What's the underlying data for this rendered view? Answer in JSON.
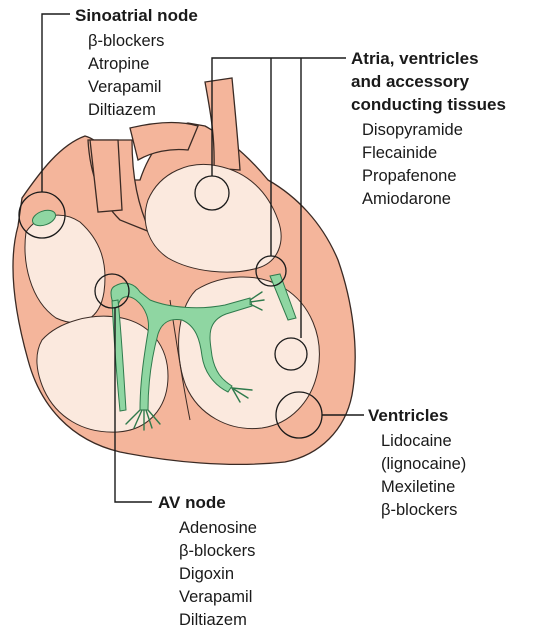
{
  "colors": {
    "tissue": "#f4b59b",
    "tissue_light": "#fbe9de",
    "tissue_outline": "#3a2a24",
    "conduction": "#8fd6a2",
    "conduction_outline": "#2f7a4c",
    "line": "#1a1a1a"
  },
  "groups": {
    "sa_node": {
      "heading": "Sinoatrial node",
      "drugs": [
        "β-blockers",
        "Atropine",
        "Verapamil",
        "Diltiazem"
      ]
    },
    "atria": {
      "heading_lines": [
        "Atria, ventricles",
        "and accessory",
        "conducting tissues"
      ],
      "drugs": [
        "Disopyramide",
        "Flecainide",
        "Propafenone",
        "Amiodarone"
      ]
    },
    "ventricles": {
      "heading": "Ventricles",
      "drugs": [
        "Lidocaine",
        "(lignocaine)",
        "Mexiletine",
        "β-blockers"
      ]
    },
    "av_node": {
      "heading": "AV node",
      "drugs": [
        "Adenosine",
        "β-blockers",
        "Digoxin",
        "Verapamil",
        "Diltiazem"
      ]
    }
  }
}
